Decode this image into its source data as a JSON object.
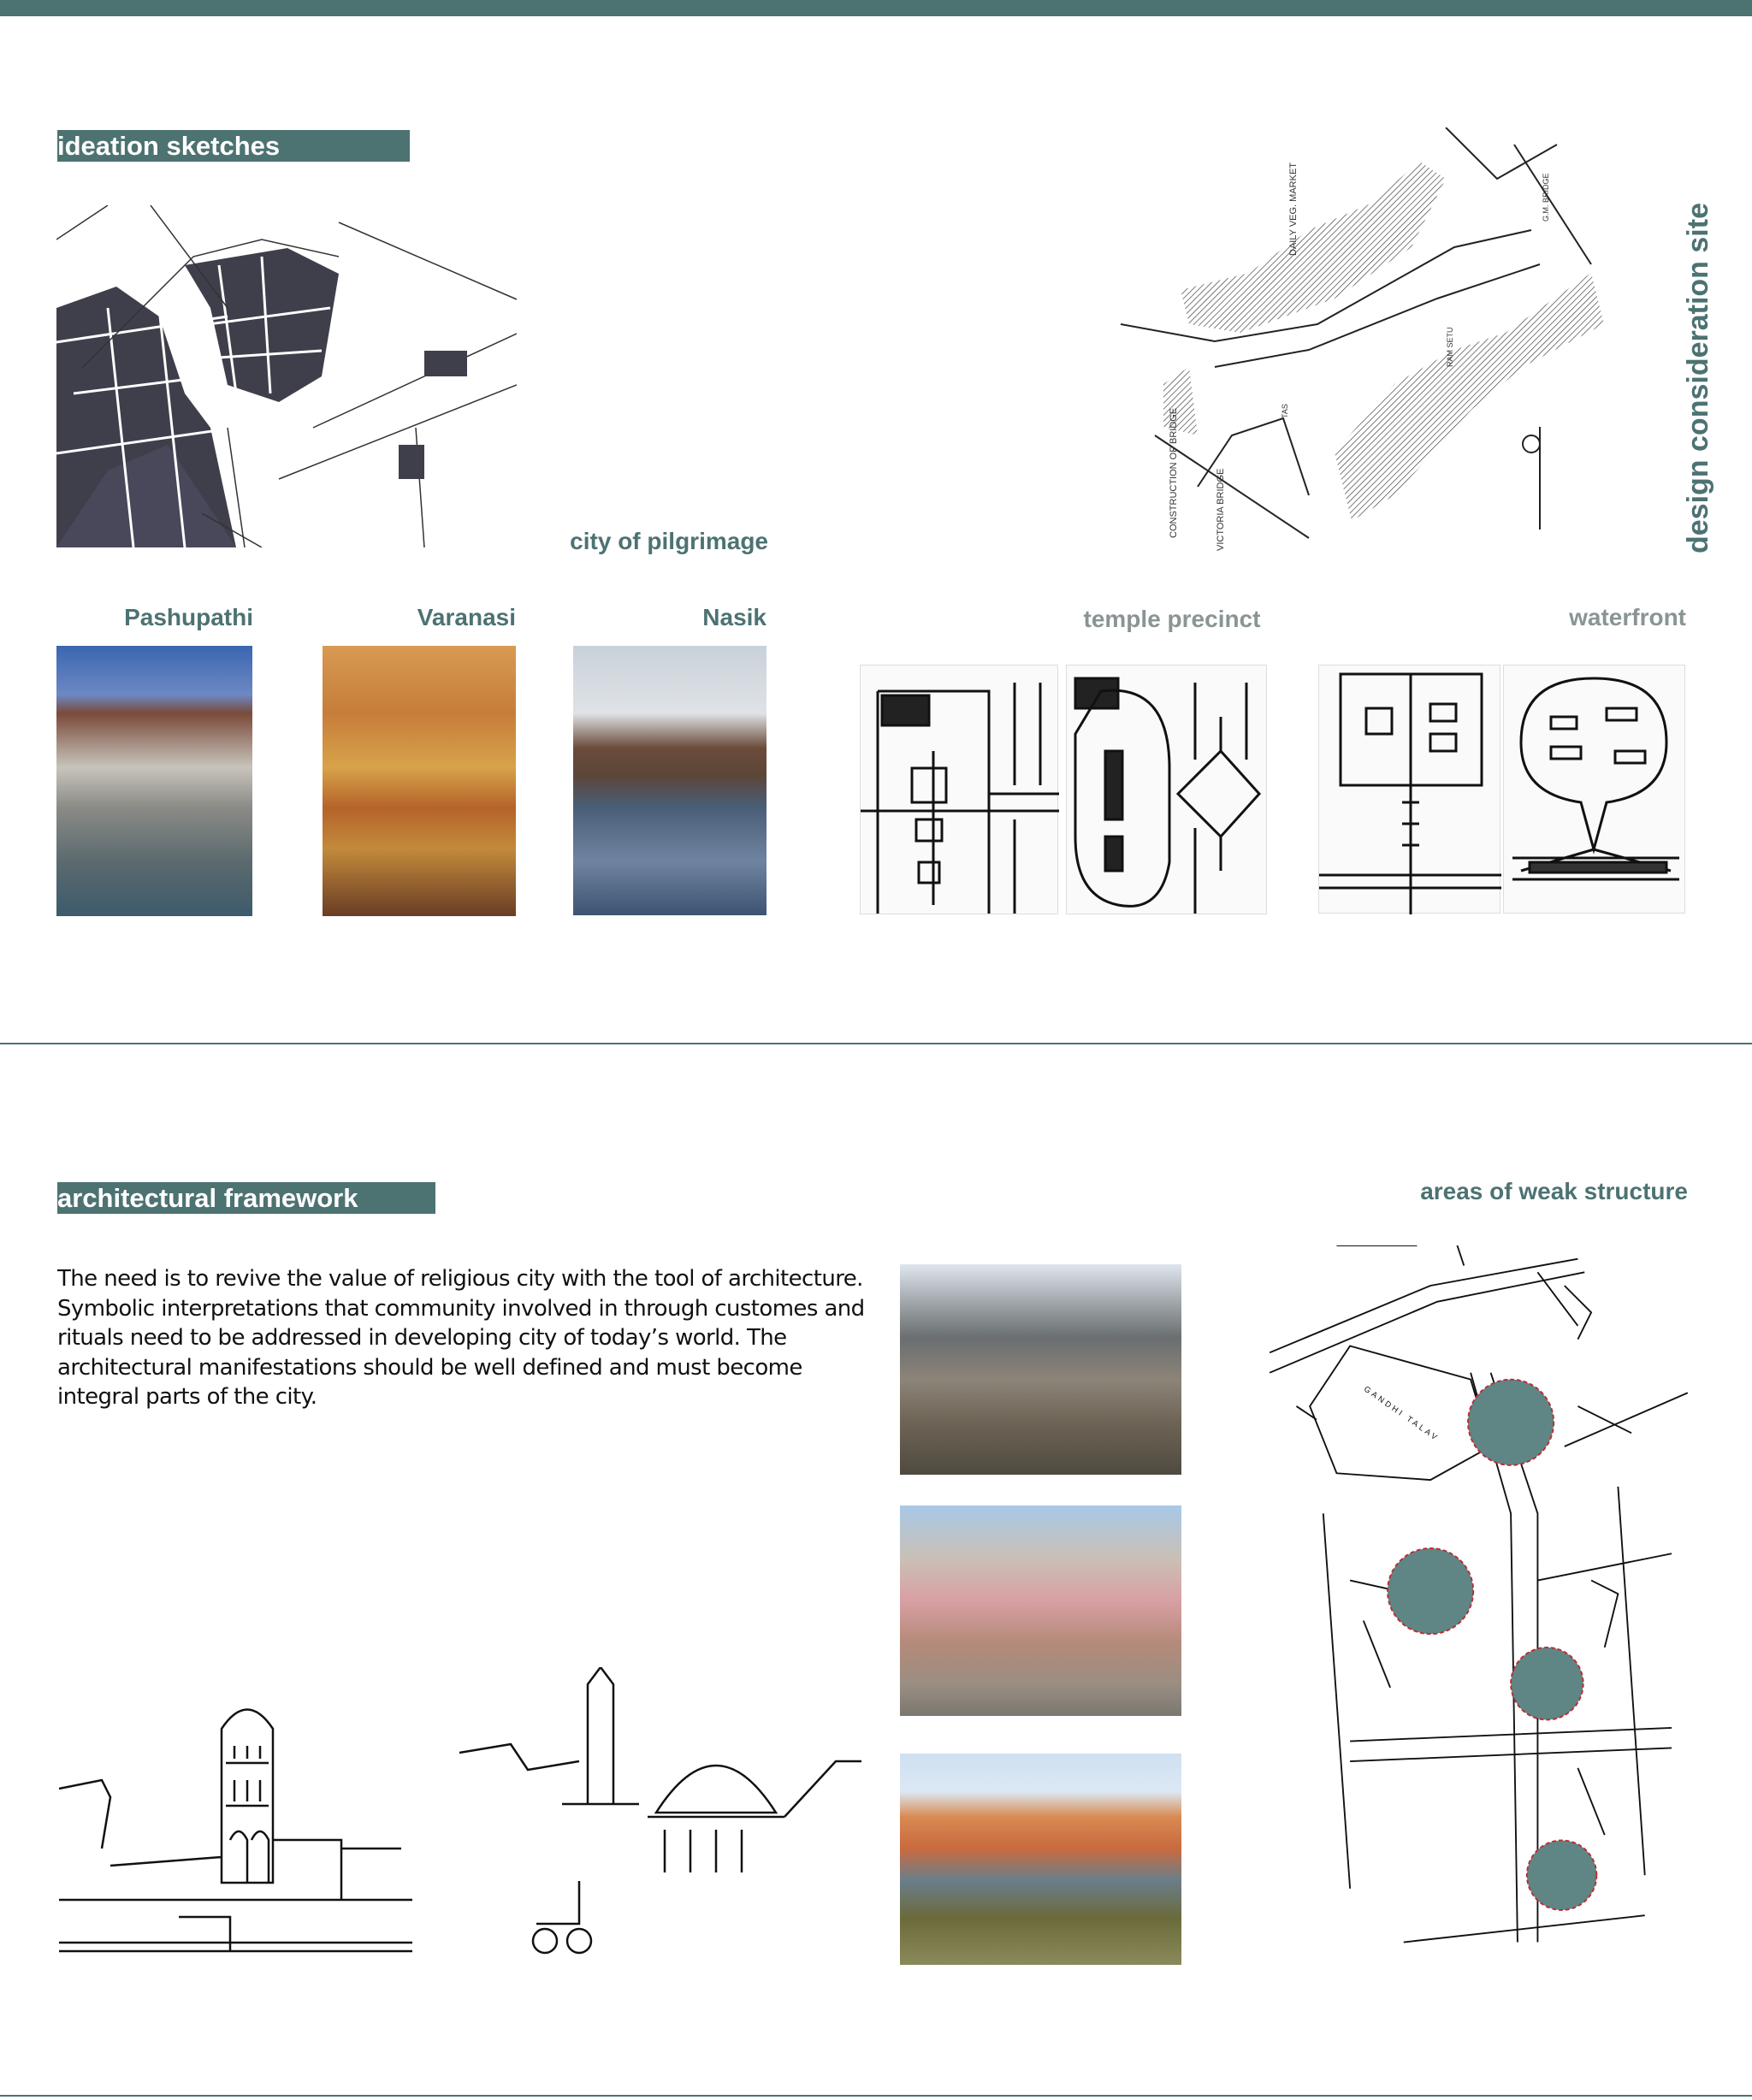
{
  "colors": {
    "accent": "#4d7272",
    "highlight_circle": "#5f8585",
    "circle_outline": "#c0282d"
  },
  "ideation": {
    "title": "ideation sketches",
    "city_caption": "city of pilgrimage",
    "examples": [
      {
        "label": "Pashupathi"
      },
      {
        "label": "Varanasi"
      },
      {
        "label": "Nasik"
      }
    ],
    "site_caption": "design consideration site",
    "site_map_labels": [
      "DAILY VEG. MARKET",
      "CONSTRUCTION OF BRIDGE",
      "VICTORIA BRIDGE",
      "RAM SETU",
      "G.M. BRIDGE",
      "TAS"
    ],
    "temple_precinct": "temple precinct",
    "waterfront": "waterfront"
  },
  "framework": {
    "title": "architectural framework",
    "paragraph": "The need is to revive the value of religious city with the tool of architecture. Symbolic interpretations that community involved in through customes and rituals need to be addressed in developing city of today’s world. The architectural manifestations should be well defined and must become integral parts of the city.",
    "weak_caption": "areas of weak structure",
    "map_label": "GANDHI TALAV"
  }
}
